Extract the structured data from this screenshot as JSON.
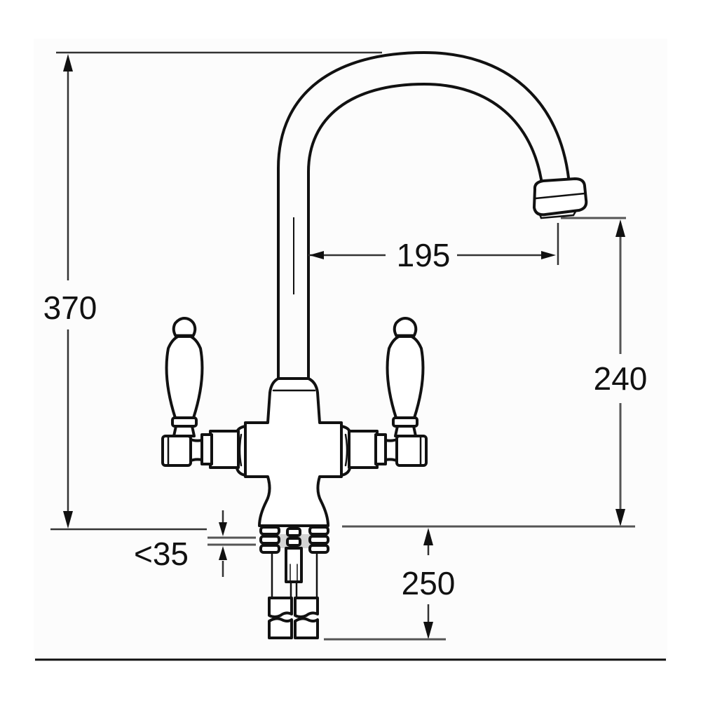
{
  "diagram": {
    "subject": "Twin-lever kitchen mixer tap with swan-neck spout",
    "units": "mm",
    "colors": {
      "line": "#111111",
      "dimension_line": "#555555",
      "background": "#ffffff",
      "panel": "#fcfcfc"
    },
    "dimensions": {
      "overall_height": {
        "label": "370",
        "description": "Total height from deck to top of spout"
      },
      "spout_reach": {
        "label": "195",
        "description": "Horizontal reach from body centre to outlet"
      },
      "outlet_height": {
        "label": "240",
        "description": "Height from deck to spout outlet"
      },
      "deck_thickness": {
        "label": "<35",
        "description": "Maximum mounting deck thickness"
      },
      "tail_length": {
        "label": "250",
        "description": "Length of supply tails below deck"
      }
    },
    "components": [
      "swan-neck spout",
      "aerator outlet",
      "left lever handle",
      "right lever handle",
      "central mixer body",
      "mounting shank",
      "flexible supply tails"
    ]
  }
}
